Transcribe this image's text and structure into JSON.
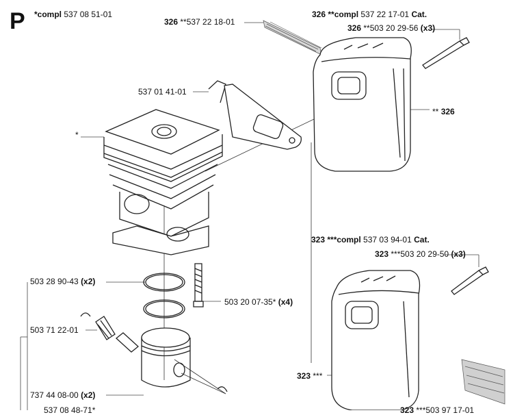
{
  "section_letter": "P",
  "labels": {
    "top_compl": {
      "bold": "*compl",
      "text": " 537 08 51-01"
    },
    "screen_326": {
      "bold": "326",
      "text": " **537 22 18-01"
    },
    "muffler_326_compl": {
      "bold": "326 **compl",
      "text": " 537 22 17-01 ",
      "bold2": "Cat."
    },
    "screw_326": {
      "bold": "326",
      "text": " **503 20 29-56 ",
      "bold2": "(x3)"
    },
    "bracket": {
      "text": "537 01 41-01"
    },
    "cylinder": {
      "text": "*"
    },
    "muffler_326": {
      "text": "** ",
      "bold": "326"
    },
    "muffler_323_compl": {
      "bold": "323 ***compl",
      "text": " 537 03 94-01 ",
      "bold2": "Cat."
    },
    "screw_323": {
      "bold": "323",
      "text": " ***503 20 29-50 ",
      "bold2": "(x3)"
    },
    "rings": {
      "text": "503 28 90-43 ",
      "bold": "(x2)"
    },
    "cyl_screw": {
      "text": "503 20 07-35* ",
      "bold": "(x4)"
    },
    "bearing": {
      "text": "503 71 22-01"
    },
    "muffler_323": {
      "bold": "323",
      "text": " ***"
    },
    "circlip": {
      "text": "737 44 08-00 ",
      "bold": "(x2)"
    },
    "bottom_cut_left": {
      "text": "537 08 48-71*"
    },
    "bottom_cut_right": {
      "bold": "323",
      "text": " ***503 97 17-01"
    }
  }
}
